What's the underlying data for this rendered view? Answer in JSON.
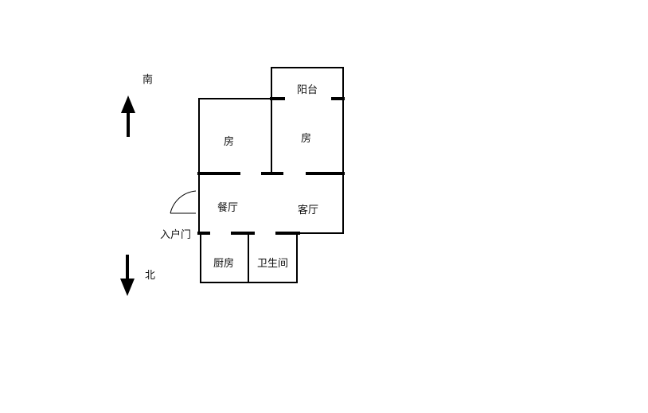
{
  "compass": {
    "south_label": "南",
    "north_label": "北"
  },
  "rooms": {
    "balcony": "阳台",
    "bedroom_left": "房",
    "bedroom_right": "房",
    "dining": "餐厅",
    "living": "客厅",
    "kitchen": "厨房",
    "bathroom": "卫生间"
  },
  "entrance_label": "入户门",
  "colors": {
    "wall": "#000000",
    "background": "#ffffff"
  }
}
